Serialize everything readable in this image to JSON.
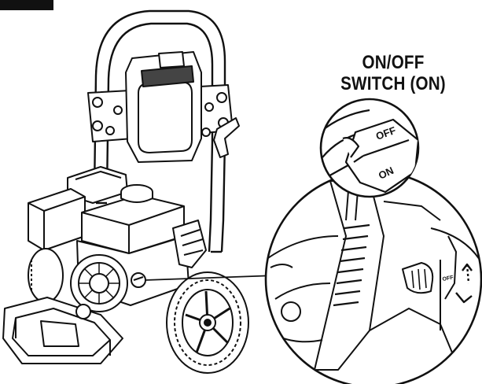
{
  "callout": {
    "title_line1": "ON/OFF",
    "title_line2": "SWITCH (ON)"
  },
  "switch_closeup": {
    "label_off": "OFF",
    "label_on": "ON"
  },
  "detail_view": {
    "small_label": "OFF"
  },
  "colors": {
    "line": "#111111",
    "background": "#ffffff",
    "shade": "#d9d9d9"
  }
}
